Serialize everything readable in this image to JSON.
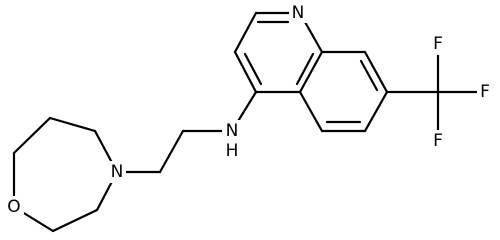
{
  "molecule": {
    "atoms": {
      "N_ring": "N",
      "N_amine": "N",
      "H_amine": "H",
      "N_azepane": "N",
      "O_ring": "O",
      "F1": "F",
      "F2": "F",
      "F3": "F"
    }
  }
}
